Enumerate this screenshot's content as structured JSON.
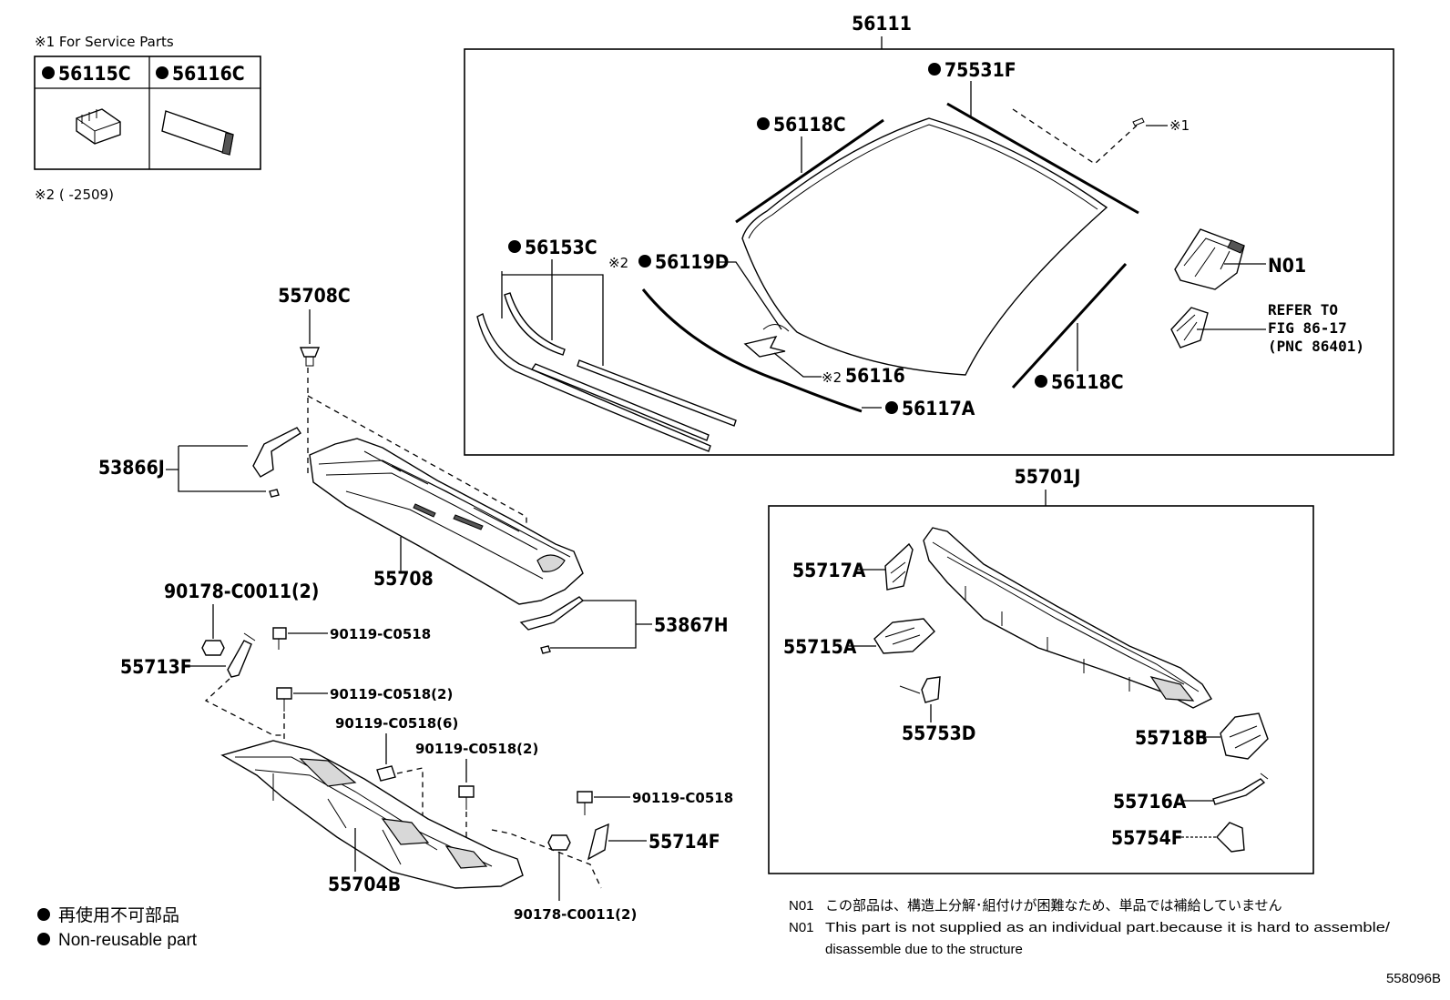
{
  "service_parts": {
    "title": "※1 For Service Parts",
    "col1": "56115C",
    "col2": "56116C"
  },
  "note2": "※2 (      -2509)",
  "labels": {
    "p56111": "56111",
    "p75531F": "75531F",
    "p56118C_top": "56118C",
    "ref1": "※1",
    "p56153C": "56153C",
    "p56119D": "56119D",
    "mark2_a": "※2",
    "p56116": "56116",
    "mark2_b": "※2",
    "p56117A": "56117A",
    "p56118C_bottom": "56118C",
    "N01": "N01",
    "refer_line1": "REFER TO",
    "refer_line2": "FIG 86-17",
    "refer_line3": "(PNC 86401)",
    "p55708C": "55708C",
    "p53866J": "53866J",
    "p55708": "55708",
    "p53867H": "53867H",
    "b90178_top": "90178-C0011(2)",
    "b90119_a": "90119-C0518",
    "p55713F": "55713F",
    "b90119_b": "90119-C0518(2)",
    "b90119_c": "90119-C0518(6)",
    "b90119_d": "90119-C0518(2)",
    "b90119_e": "90119-C0518",
    "p55714F": "55714F",
    "p55704B": "55704B",
    "b90178_bottom": "90178-C0011(2)",
    "p55701J": "55701J",
    "p55717A": "55717A",
    "p55715A": "55715A",
    "p55753D": "55753D",
    "p55718B": "55718B",
    "p55716A": "55716A",
    "p55754F": "55754F"
  },
  "legend": {
    "jp": "再使用不可部品",
    "en": "Non-reusable part"
  },
  "notes": {
    "n01_jp_tag": "N01",
    "n01_jp": "この部品は、構造上分解･組付けが困難なため、単品では補給していません",
    "n01_en_tag": "N01",
    "n01_en_line1": "This part is not supplied as an individual part.because it is hard to assemble/",
    "n01_en_line2": "disassemble due to the structure"
  },
  "figure_id": "558096B"
}
